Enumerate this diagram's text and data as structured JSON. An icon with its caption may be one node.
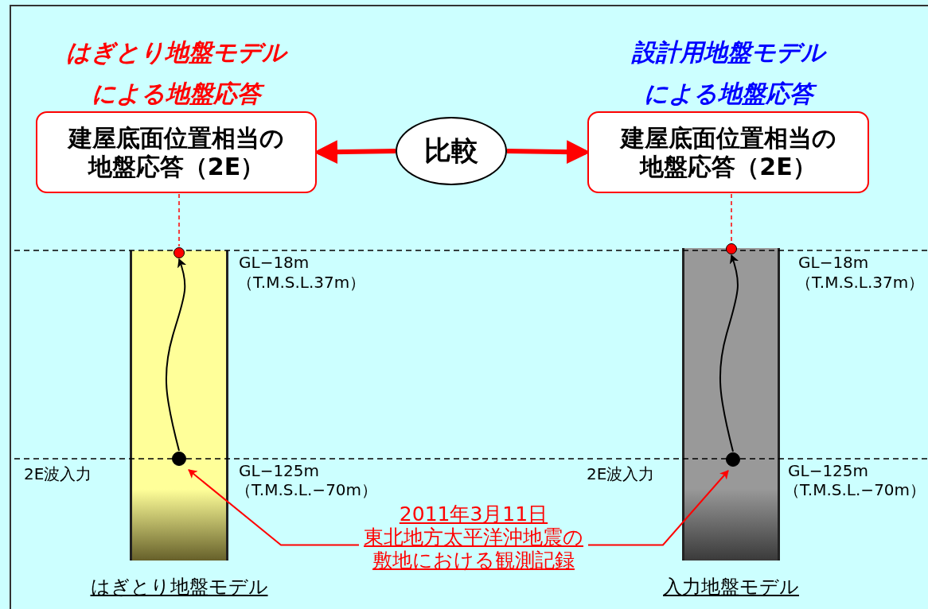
{
  "diagram": {
    "nodes": [
      {
        "text": [
          "はぎとり地盤モデルによる地盤応答",
          "建屋底面位置相当の地盤応答（2E）"
        ]
      },
      {
        "text": [
          "比較"
        ]
      },
      {
        "text": [
          "設計用地盤モデルによる地盤応答",
          "建屋底面位置相当の地盤応答（2E）"
        ]
      },
      {
        "text": [],
        "shape": "bar",
        "beside": [
          "はぎとり地盤モデル"
        ]
      },
      {
        "text": [],
        "shape": "circle",
        "in": 3
      },
      {
        "text": [],
        "shape": "circle",
        "in": 3
      },
      {
        "text": [],
        "shape": "bar",
        "beside": [
          "入力地盤モデル"
        ]
      },
      {
        "text": [],
        "shape": "circle",
        "in": 6
      },
      {
        "text": [],
        "shape": "circle",
        "in": 6
      },
      {
        "text": [
          "2011年3月11日",
          "東北地方太平洋沖地震の敷地における観測記録"
        ]
      }
    ],
    "edges": [
      {
        "from": 1,
        "to": 0,
        "arrow": "to",
        "style": "thick",
        "color": "#ff0000"
      },
      {
        "from": 1,
        "to": 2,
        "arrow": "to",
        "style": "thick",
        "color": "#ff0000"
      },
      {
        "from": 0,
        "to": 4,
        "arrow": "none",
        "style": "dashed",
        "color": "#ff0000"
      },
      {
        "from": 2,
        "to": 7,
        "arrow": "none",
        "style": "dashed",
        "color": "#ff0000"
      },
      {
        "from": 5,
        "to": 4,
        "arrow": "to",
        "color": "#000000"
      },
      {
        "from": 8,
        "to": 7,
        "arrow": "to",
        "color": "#000000"
      },
      {
        "from": 9,
        "to": 5,
        "arrow": "to",
        "color": "#ff0000"
      },
      {
        "from": 9,
        "to": 8,
        "arrow": "to",
        "color": "#ff0000"
      }
    ],
    "labels": [
      "GL−18m",
      "（T.M.S.L.37m）",
      "GL−18m",
      "（T.M.S.L.37m）",
      "2E波入力",
      "GL−125m",
      "（T.M.S.L.−70m）",
      "2E波入力",
      "GL−125m",
      "（T.M.S.L.−70m）"
    ]
  }
}
